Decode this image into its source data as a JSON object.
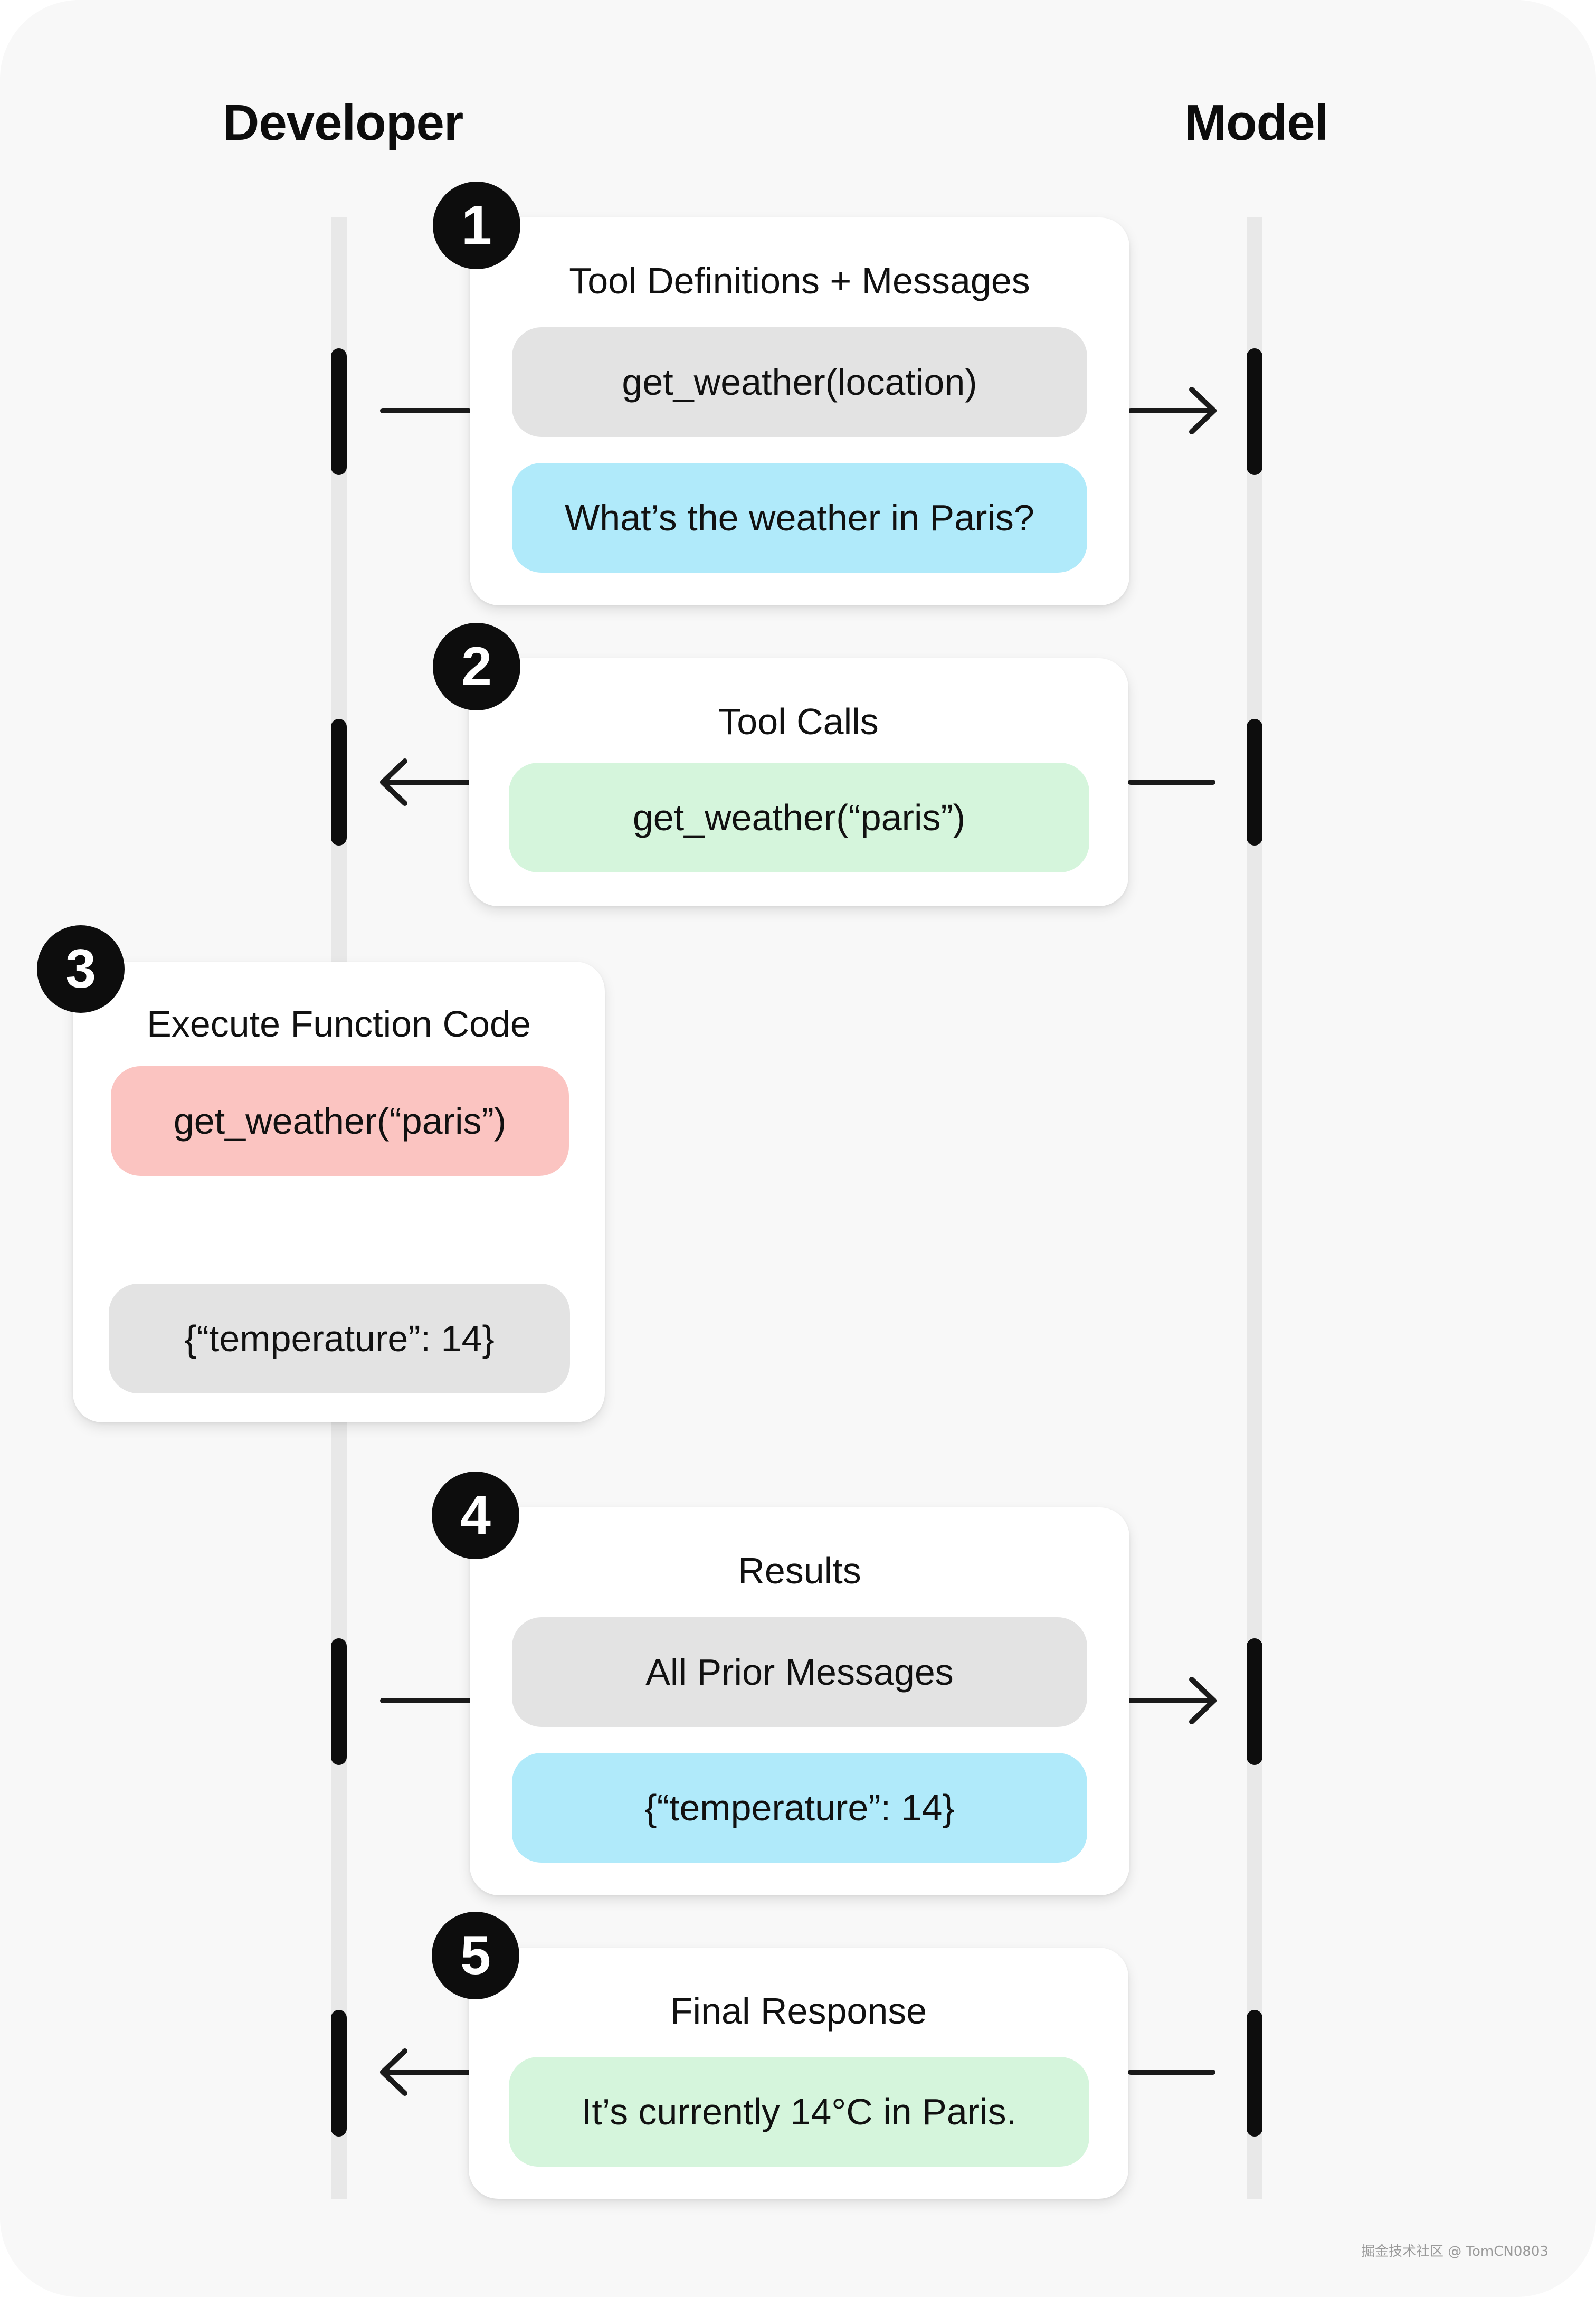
{
  "columns": {
    "left": "Developer",
    "right": "Model"
  },
  "steps": [
    {
      "number": "1",
      "title": "Tool Definitions + Messages",
      "items": [
        "get_weather(location)",
        "What’s the weather in Paris?"
      ]
    },
    {
      "number": "2",
      "title": "Tool Calls",
      "items": [
        "get_weather(“paris”)"
      ]
    },
    {
      "number": "3",
      "title": "Execute Function Code",
      "items": [
        "get_weather(“paris”)",
        "{“temperature”: 14}"
      ]
    },
    {
      "number": "4",
      "title": "Results",
      "items": [
        "All Prior Messages",
        "{“temperature”: 14}"
      ]
    },
    {
      "number": "5",
      "title": "Final Response",
      "items": [
        "It’s currently 14°C in Paris."
      ]
    }
  ],
  "colors": {
    "background": "#f8f8f8",
    "card": "#ffffff",
    "gray_pill": "#e3e3e3",
    "blue_pill": "#b0eafa",
    "green_pill": "#d5f5dc",
    "red_pill": "#fbc4c1",
    "badge": "#0d0d0d"
  },
  "watermark": "掘金技术社区 @ TomCN0803"
}
